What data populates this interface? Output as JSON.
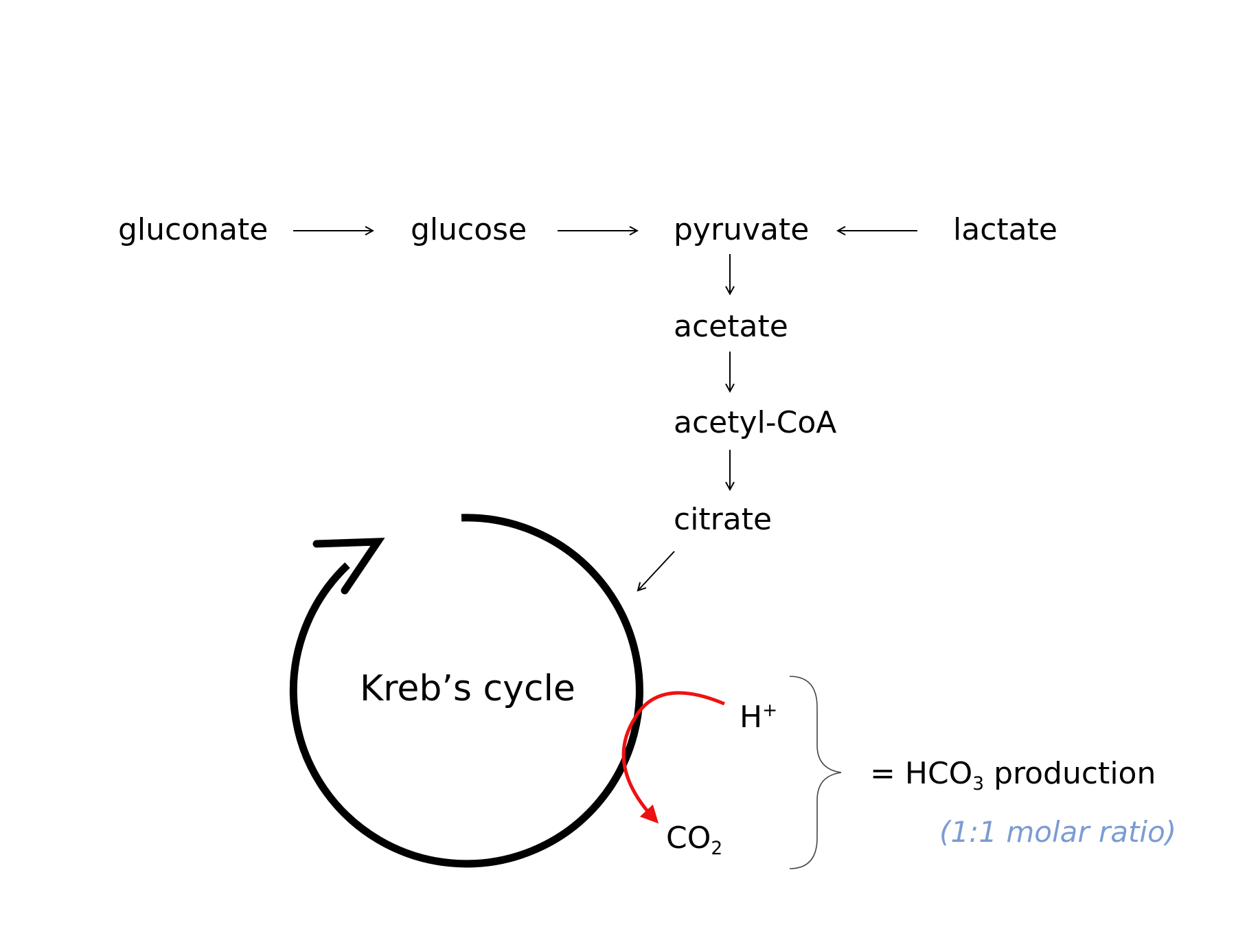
{
  "labels": {
    "gluconate": "gluconate",
    "glucose": "glucose",
    "pyruvate": "pyruvate",
    "lactate": "lactate",
    "acetate": "acetate",
    "acetyl_coa": "acetyl-CoA",
    "citrate": "citrate",
    "kreb_cycle": "Kreb’s cycle",
    "h_plus_base": "H",
    "h_plus_sup": "+",
    "co2_base": "CO",
    "co2_sub": "2",
    "hco3_prefix": "= HCO",
    "hco3_sub": "3",
    "hco3_suffix": " production",
    "ratio_note": "(1:1 molar ratio)"
  },
  "colors": {
    "text": "#000000",
    "red_arrow": "#EE1111",
    "note": "#7B9CD3",
    "brace": "#444444"
  }
}
